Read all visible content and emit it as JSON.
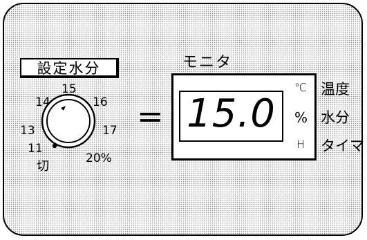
{
  "setting": {
    "label": "設定水分",
    "scale": [
      "11",
      "13",
      "14",
      "15",
      "16",
      "17",
      "20%"
    ],
    "off_label": "切"
  },
  "equals_sign": "=",
  "monitor": {
    "title": "モニタ",
    "reading": "15.0",
    "indicators": [
      "℃",
      "%",
      "H"
    ],
    "modes": [
      "温度",
      "水分",
      "タイマ"
    ]
  }
}
